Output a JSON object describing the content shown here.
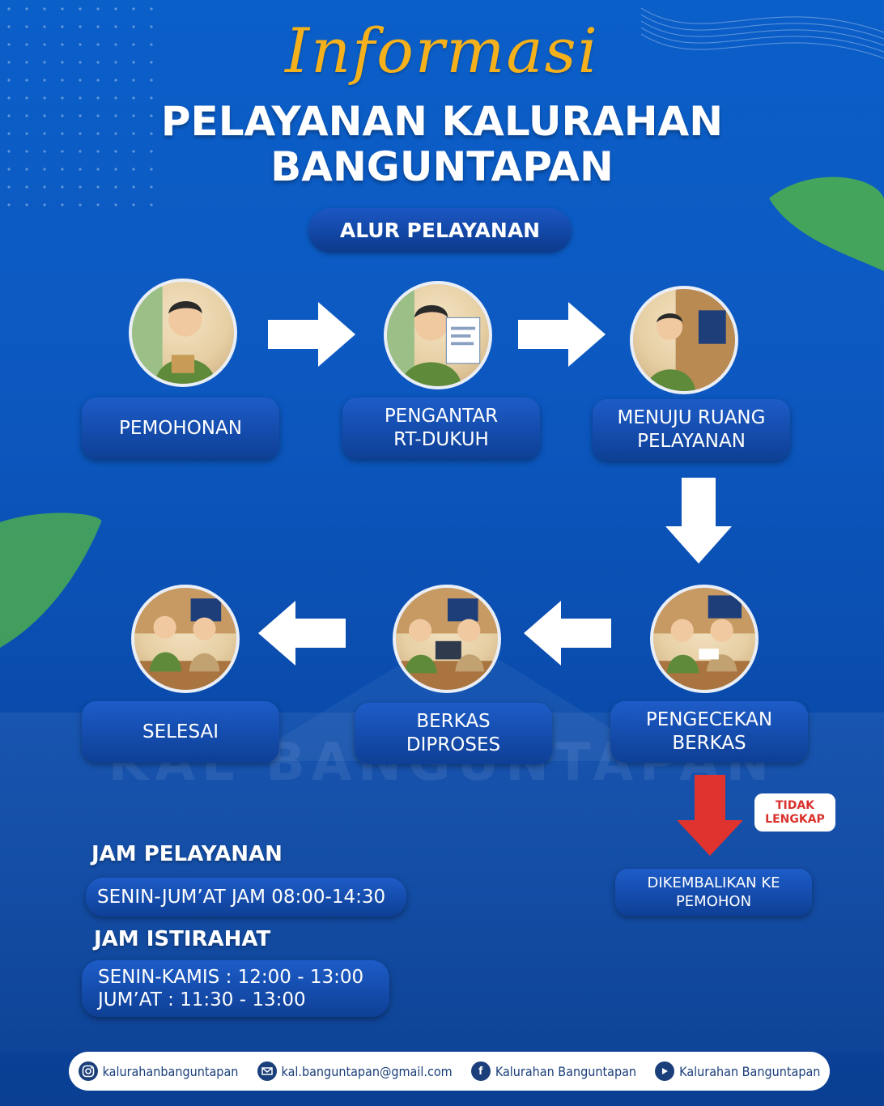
{
  "header": {
    "script_title": "Informasi",
    "title_line1": "PELAYANAN KALURAHAN",
    "title_line2": "BANGUNTAPAN"
  },
  "flow": {
    "heading": "ALUR PELAYANAN",
    "steps": [
      {
        "label": "PEMOHONAN"
      },
      {
        "label_l1": "PENGANTAR",
        "label_l2": "RT-DUKUH"
      },
      {
        "label_l1": "MENUJU RUANG",
        "label_l2": "PELAYANAN"
      },
      {
        "label_l1": "PENGECEKAN",
        "label_l2": "BERKAS"
      },
      {
        "label_l1": "BERKAS",
        "label_l2": "DIPROSES"
      },
      {
        "label": "SELESAI"
      }
    ],
    "incomplete_tag_l1": "TIDAK",
    "incomplete_tag_l2": "LENGKAP",
    "return_l1": "DIKEMBALIKAN KE",
    "return_l2": "PEMOHON"
  },
  "hours": {
    "service_heading": "JAM PELAYANAN",
    "service_value": "SENIN-JUM’AT JAM 08:00-14:30",
    "break_heading": "JAM ISTIRAHAT",
    "break_line1": "SENIN-KAMIS : 12:00 - 13:00",
    "break_line2": "JUM’AT : 11:30 - 13:00"
  },
  "background": {
    "sign_text": "KAL      BANGUNTAPAN"
  },
  "footer": {
    "instagram": "kalurahanbanguntapan",
    "email": "kal.banguntapan@gmail.com",
    "facebook": "Kalurahan Banguntapan",
    "youtube": "Kalurahan Banguntapan"
  },
  "colors": {
    "background": "#0b5fc9",
    "accent_script": "#f5b11c",
    "alert_red": "#d9312c",
    "box_blue": "#0e3f95"
  },
  "icons": [
    "instagram-icon",
    "mail-icon",
    "facebook-icon",
    "youtube-icon",
    "arrow-right-icon",
    "arrow-left-icon",
    "arrow-down-icon"
  ]
}
